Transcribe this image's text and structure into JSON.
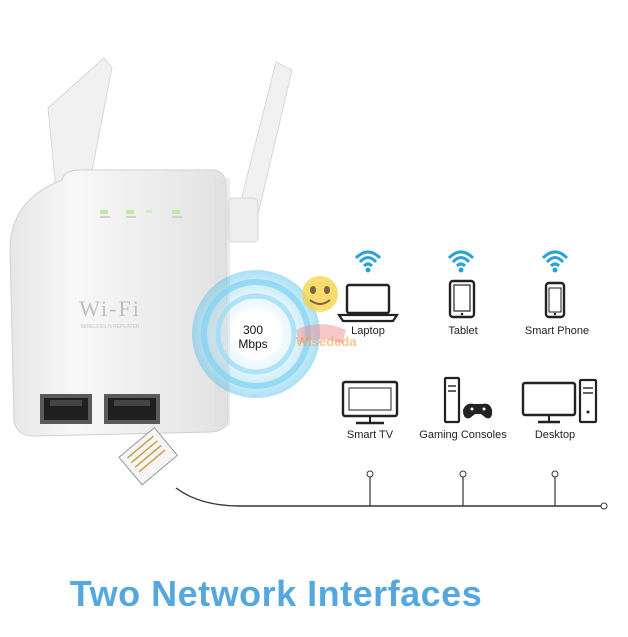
{
  "product": {
    "logo_text": "Wi-Fi",
    "logo_subtext": "WIRELESS-N REPEATER"
  },
  "speed": {
    "value": "300",
    "unit": "Mbps"
  },
  "wireless_devices": [
    {
      "label": "Laptop",
      "icon": "laptop-icon"
    },
    {
      "label": "Tablet",
      "icon": "tablet-icon"
    },
    {
      "label": "Smart Phone",
      "icon": "smartphone-icon"
    }
  ],
  "wired_devices": [
    {
      "label": "Smart TV",
      "icon": "tv-icon"
    },
    {
      "label": "Gaming Consoles",
      "icon": "gaming-console-icon"
    },
    {
      "label": "Desktop",
      "icon": "desktop-icon"
    }
  ],
  "watermark": "Wisededa",
  "footer_title": "Two Network Interfaces",
  "colors": {
    "accent_blue": "#55a8df",
    "wifi_signal": "#29a3d6",
    "led_green": "#b6f09a",
    "device_body": "#f4f4f4"
  }
}
